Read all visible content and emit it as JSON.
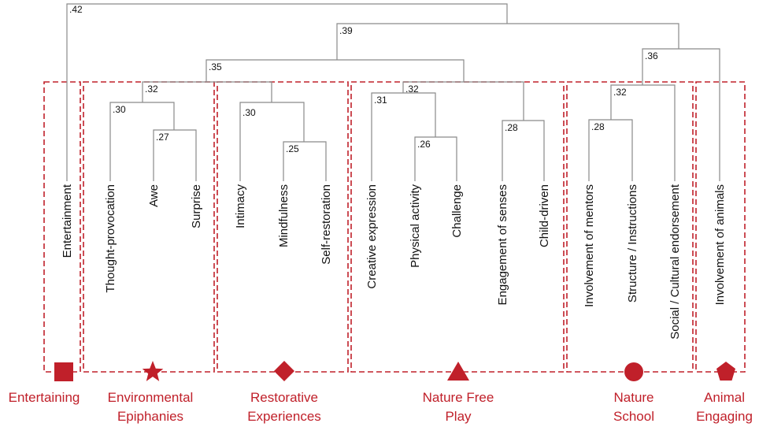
{
  "leaves": [
    "Entertainment",
    "Thought-provocation",
    "Awe",
    "Surprise",
    "Intimacy",
    "Mindfulness",
    "Self-restoration",
    "Creative expression",
    "Physical activity",
    "Challenge",
    "Engagement of senses",
    "Child-driven",
    "Involvement of mentors",
    "Structure / Instructions",
    "Social / Cultural endorsement",
    "Involvement of animals"
  ],
  "merges": [
    {
      "id": "m1",
      "value": ".42"
    },
    {
      "id": "m2",
      "value": ".39"
    },
    {
      "id": "m3",
      "value": ".35"
    },
    {
      "id": "m4",
      "value": ".36"
    },
    {
      "id": "m5",
      "value": ".32"
    },
    {
      "id": "m6",
      "value": ".30"
    },
    {
      "id": "m7",
      "value": ".27"
    },
    {
      "id": "m8",
      "value": ".30"
    },
    {
      "id": "m9",
      "value": ".25"
    },
    {
      "id": "m10",
      "value": ".32"
    },
    {
      "id": "m11",
      "value": ".31"
    },
    {
      "id": "m12",
      "value": ".26"
    },
    {
      "id": "m13",
      "value": ".28"
    },
    {
      "id": "m14",
      "value": ".32"
    },
    {
      "id": "m15",
      "value": ".28"
    }
  ],
  "clusters": [
    {
      "line1": "Entertaining",
      "line2": "",
      "icon": "square-icon"
    },
    {
      "line1": "Environmental",
      "line2": "Epiphanies",
      "icon": "star-icon"
    },
    {
      "line1": "Restorative",
      "line2": "Experiences",
      "icon": "diamond-icon"
    },
    {
      "line1": "Nature Free",
      "line2": "Play",
      "icon": "triangle-icon"
    },
    {
      "line1": "Nature",
      "line2": "School",
      "icon": "circle-icon"
    },
    {
      "line1": "Animal",
      "line2": "Engaging",
      "icon": "pentagon-icon"
    }
  ],
  "colors": {
    "cluster": "#c0202a",
    "line": "#8a8a8a",
    "text": "#111111"
  }
}
